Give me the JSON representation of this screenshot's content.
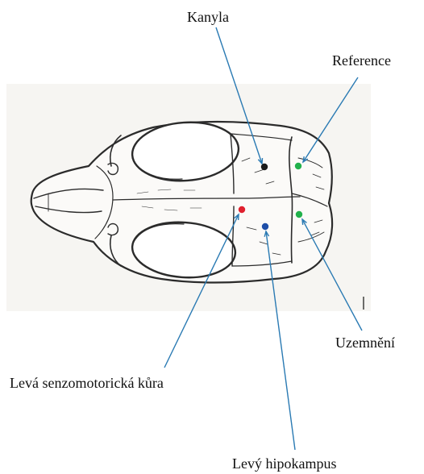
{
  "labels": {
    "kanyla": "Kanyla",
    "reference": "Reference",
    "uzemneni": "Uzemnění",
    "leva_kura": "Levá senzomotorická kůra",
    "levy_hipokampus": "Levý hipokampus"
  },
  "colors": {
    "kanyla_dot": "#1a1a1a",
    "reference_dot": "#22b14c",
    "uzemneni_dot": "#22b14c",
    "kura_dot": "#e0202e",
    "hipokampus_dot": "#1f4fa8",
    "leader_line": "#2a7ab3"
  }
}
